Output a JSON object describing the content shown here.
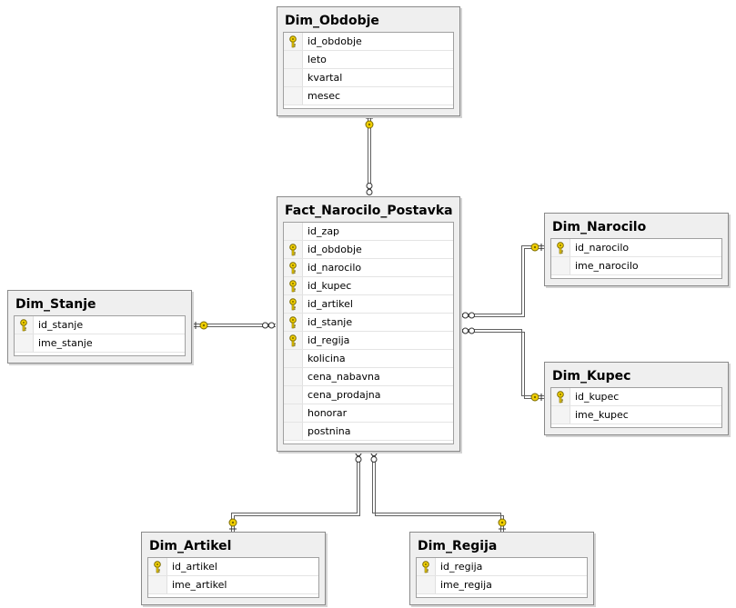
{
  "tables": [
    {
      "title": "Dim_Obdobje",
      "columns": [
        {
          "name": "id_obdobje",
          "key": true
        },
        {
          "name": "leto",
          "key": false
        },
        {
          "name": "kvartal",
          "key": false
        },
        {
          "name": "mesec",
          "key": false
        }
      ]
    },
    {
      "title": "Fact_Narocilo_Postavka",
      "columns": [
        {
          "name": "id_zap",
          "key": false
        },
        {
          "name": "id_obdobje",
          "key": true
        },
        {
          "name": "id_narocilo",
          "key": true
        },
        {
          "name": "id_kupec",
          "key": true
        },
        {
          "name": "id_artikel",
          "key": true
        },
        {
          "name": "id_stanje",
          "key": true
        },
        {
          "name": "id_regija",
          "key": true
        },
        {
          "name": "kolicina",
          "key": false
        },
        {
          "name": "cena_nabavna",
          "key": false
        },
        {
          "name": "cena_prodajna",
          "key": false
        },
        {
          "name": "honorar",
          "key": false
        },
        {
          "name": "postnina",
          "key": false
        }
      ]
    },
    {
      "title": "Dim_Narocilo",
      "columns": [
        {
          "name": "id_narocilo",
          "key": true
        },
        {
          "name": "ime_narocilo",
          "key": false
        }
      ]
    },
    {
      "title": "Dim_Stanje",
      "columns": [
        {
          "name": "id_stanje",
          "key": true
        },
        {
          "name": "ime_stanje",
          "key": false
        }
      ]
    },
    {
      "title": "Dim_Kupec",
      "columns": [
        {
          "name": "id_kupec",
          "key": true
        },
        {
          "name": "ime_kupec",
          "key": false
        }
      ]
    },
    {
      "title": "Dim_Artikel",
      "columns": [
        {
          "name": "id_artikel",
          "key": true
        },
        {
          "name": "ime_artikel",
          "key": false
        }
      ]
    },
    {
      "title": "Dim_Regija",
      "columns": [
        {
          "name": "id_regija",
          "key": true
        },
        {
          "name": "ime_regija",
          "key": false
        }
      ]
    }
  ],
  "relationships": [
    {
      "from": "Dim_Obdobje",
      "to": "Fact_Narocilo_Postavka",
      "type": "one-to-many"
    },
    {
      "from": "Dim_Narocilo",
      "to": "Fact_Narocilo_Postavka",
      "type": "one-to-many"
    },
    {
      "from": "Dim_Kupec",
      "to": "Fact_Narocilo_Postavka",
      "type": "one-to-many"
    },
    {
      "from": "Dim_Stanje",
      "to": "Fact_Narocilo_Postavka",
      "type": "one-to-many"
    },
    {
      "from": "Dim_Artikel",
      "to": "Fact_Narocilo_Postavka",
      "type": "one-to-many"
    },
    {
      "from": "Dim_Regija",
      "to": "Fact_Narocilo_Postavka",
      "type": "one-to-many"
    }
  ],
  "colors": {
    "key_icon": "#f2d000",
    "key_icon_outline": "#7a6a00",
    "line": "#606060",
    "table_bg": "#efefef"
  },
  "icons": {
    "primary_key": "key-icon",
    "one_end": "key-endpoint-icon",
    "many_end": "infinity-icon"
  }
}
